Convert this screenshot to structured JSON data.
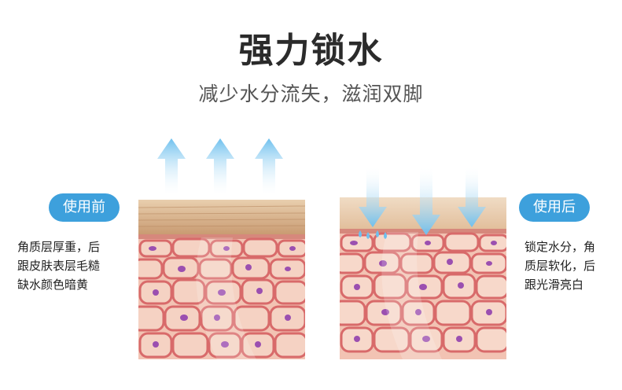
{
  "header": {
    "title": "强力锁水",
    "subtitle": "减少水分流失，滋润双脚"
  },
  "before": {
    "badge": "使用前",
    "lines": [
      "角质层厚重，后",
      "跟皮肤表层毛糙",
      "缺水颜色暗黄"
    ]
  },
  "after": {
    "badge": "使用后",
    "lines": [
      "锁定水分，角",
      "质层软化，后",
      "跟光滑亮白"
    ]
  },
  "colors": {
    "accent": "#3da0dc",
    "arrow": "#7cc6ef",
    "cell_fill": "#f2c9b8",
    "cell_border": "#d86a6a",
    "nucleus": "#9b4fb0",
    "stratum": "#d9b28a"
  }
}
